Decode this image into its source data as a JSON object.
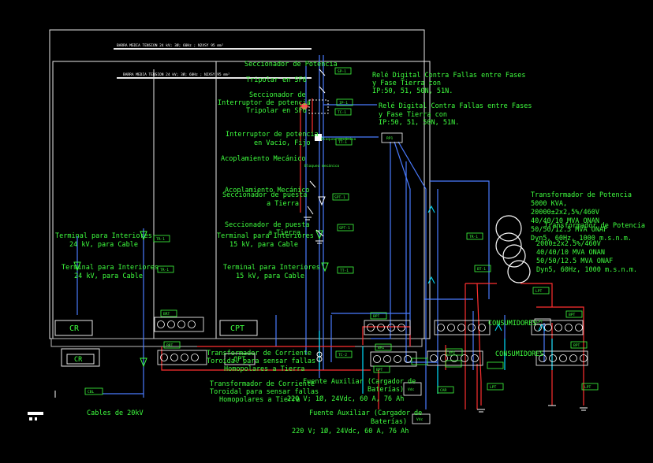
{
  "busbars": {
    "top": "BARRA MEDIA TENSION 24 kV; 3Ø; 60Hz ;  N2XSY  95 mm²",
    "second": "BARRA MEDIA TENSION 24 kV; 3Ø; 60Hz ;  N2XSY  95 mm²"
  },
  "labels": {
    "seccionador_potencia": "Seccionador de Potencia",
    "seccionador_potencia_line3": "Tripolar en SF6",
    "seccionador_interruptor": "Seccionador de",
    "seccionador_interruptor_l2": "Interruptor de potencia",
    "seccionador_interruptor_l3": "Tripolar en SF6",
    "interruptor_vacio": "Interruptor de potencia",
    "interruptor_vacio_l2": "en Vacío, Fijo",
    "acoplamiento_1": "Acoplamiento Mecánico",
    "acoplamiento_2": "Acoplamiento Mecánico",
    "seccionador_tierra_1": "Seccionador de puesta",
    "seccionador_tierra_1_l2": "a Tierra",
    "seccionador_tierra_2": "Seccionador de puesta",
    "seccionador_tierra_2_l2": "a Tierra",
    "bloqueo_1": "Bloqueo mecánico",
    "bloqueo_2": "Bloqueo mecánico",
    "rele_1": "Relé Digital Contra Fallas entre Fases",
    "rele_1_l2": "y Fase Tierra con",
    "rele_1_l3": "IP:50, 51, 50N, 51N.",
    "rele_2": "Relé Digital Contra Fallas entre Fases",
    "rele_2_l2": "y Fase Tierra con",
    "rele_2_l3": "IP:50, 51, 50N, 51N.",
    "terminal_24_1": "Terminal para Interiores",
    "terminal_24_1_l2": "24 kV, para Cable",
    "terminal_24_2": "Terminal para Interiores",
    "terminal_24_2_l2": "24 kV, para Cable",
    "terminal_15_1": "Terminal para Interiores",
    "terminal_15_1_l2": "15 kV, para Cable",
    "terminal_15_2": "Terminal para Interiores",
    "terminal_15_2_l2": "15 kV, para Cable",
    "tc_1": "Transformador de Corriente",
    "tc_1_l2": "Toroidal para sensar fallas",
    "tc_1_l3": "Homopolares a Tierra",
    "tc_2": "Transformador de Corriente",
    "tc_2_l2": "Toroidal para sensar fallas",
    "tc_2_l3": "Homopolares a Tierra",
    "fuente_1": "Fuente Auxiliar (Cargador de",
    "fuente_1_l2": "Baterías)",
    "fuente_1_l3": "220 V; 1Ø, 24Vdc, 60 A, 76 Ah",
    "fuente_2": "Fuente Auxiliar (Cargador de",
    "fuente_2_l2": "Baterías)",
    "fuente_2_l3": "220 V; 1Ø, 24Vdc, 60 A, 76 Ah",
    "trafo_1": "Transformador de Potencia",
    "trafo_1_l2": "5000 KVA,",
    "trafo_1_l3": "20000±2x2,5%/460V",
    "trafo_1_l4": "40/40/10 MVA ONAN",
    "trafo_1_l5": "50/50/12.5 MVA ONAF",
    "trafo_1_l6": "Dyn5, 60Hz, 1000 m.s.n.m.",
    "trafo_2": "Transformador de Potencia",
    "trafo_2_l2": "2000±2x2.5%/460V",
    "trafo_2_l3": "40/40/10 MVA ONAN",
    "trafo_2_l4": "50/50/12.5 MVA ONAF",
    "trafo_2_l5": "Dyn5, 60Hz, 1000 m.s.n.m.",
    "consumidores_1": "CONSUMIDORES",
    "consumidores_2": "CONSUMIDORES",
    "cables": "Cables de 20kV",
    "cr": "CR",
    "cpt": "CPT",
    "cr2": "CR",
    "cpt2": "CPT"
  },
  "tags": {
    "sp1": "SP-1",
    "ip1": "IP-1",
    "tc1": "TC-1",
    "rp1": "RP1",
    "tc2": "TC-2",
    "st1": "SPT-1",
    "st2": "SPT-1",
    "tt1": "TT-1",
    "tt2": "TT-1",
    "bpt1": "BPT",
    "bpt2": "BPT",
    "brt": "BRT",
    "brt2": "BRT",
    "tr1": "TR-1",
    "tr2": "TR-1",
    "tr3": "TR-1",
    "lpt1": "LPT",
    "lpt2": "LPT",
    "lpt3": "LPT",
    "lpt4": "LPT",
    "bpt3": "BPT",
    "bpt4": "BPT",
    "bm1": "BM1",
    "bm2": "BM2",
    "bt1": "BT-1",
    "cables_tag": "CBL",
    "vac": "Vdc",
    "vac2": "Vdc",
    "car": "CAR"
  }
}
